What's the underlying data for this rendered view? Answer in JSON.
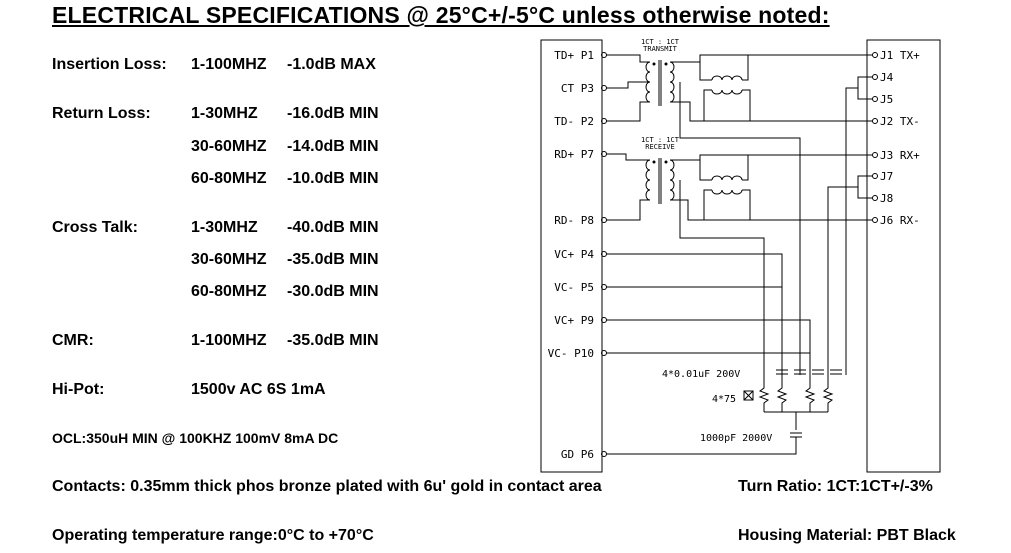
{
  "title": "ELECTRICAL SPECIFICATIONS @ 25°C+/-5°C unless otherwise noted:",
  "specs": {
    "insertion_loss": {
      "label": "Insertion Loss:",
      "range": "1-100MHZ",
      "value": "-1.0dB MAX"
    },
    "return_loss": {
      "label": "Return Loss:",
      "rows": [
        {
          "range": "1-30MHZ",
          "value": "-16.0dB MIN"
        },
        {
          "range": "30-60MHZ",
          "value": "-14.0dB MIN"
        },
        {
          "range": "60-80MHZ",
          "value": "-10.0dB MIN"
        }
      ]
    },
    "cross_talk": {
      "label": "Cross Talk:",
      "rows": [
        {
          "range": "1-30MHZ",
          "value": "-40.0dB MIN"
        },
        {
          "range": "30-60MHZ",
          "value": "-35.0dB MIN"
        },
        {
          "range": "60-80MHZ",
          "value": "-30.0dB MIN"
        }
      ]
    },
    "cmr": {
      "label": "CMR:",
      "range": "1-100MHZ",
      "value": "-35.0dB MIN"
    },
    "hipot": {
      "label": "Hi-Pot:",
      "value": "1500v AC 6S 1mA"
    },
    "ocl": "OCL:350uH MIN @ 100KHZ 100mV 8mA DC"
  },
  "footer": {
    "contacts": "Contacts: 0.35mm thick phos bronze plated with 6u' gold in contact area",
    "turn_ratio": "Turn Ratio: 1CT:1CT+/-3%",
    "operating_temp": "Operating temperature range:0°C to +70°C",
    "housing": "Housing Material: PBT Black"
  },
  "schematic": {
    "left_pins": [
      "TD+ P1",
      "CT P3",
      "TD- P2",
      "RD+ P7",
      "RD- P8",
      "VC+ P4",
      "VC- P5",
      "VC+ P9",
      "VC- P10",
      "GD P6"
    ],
    "right_pins": [
      "J1 TX+",
      "J4",
      "J5",
      "J2 TX-",
      "J3 RX+",
      "J7",
      "J8",
      "J6 RX-"
    ],
    "transmit_label_1": "1CT : 1CT",
    "transmit_label_2": "TRANSMIT",
    "receive_label_1": "1CT : 1CT",
    "receive_label_2": "RECEIVE",
    "cap_label": "4*0.01uF 200V",
    "res_label": "4*75",
    "gnd_cap_label": "1000pF 2000V"
  }
}
